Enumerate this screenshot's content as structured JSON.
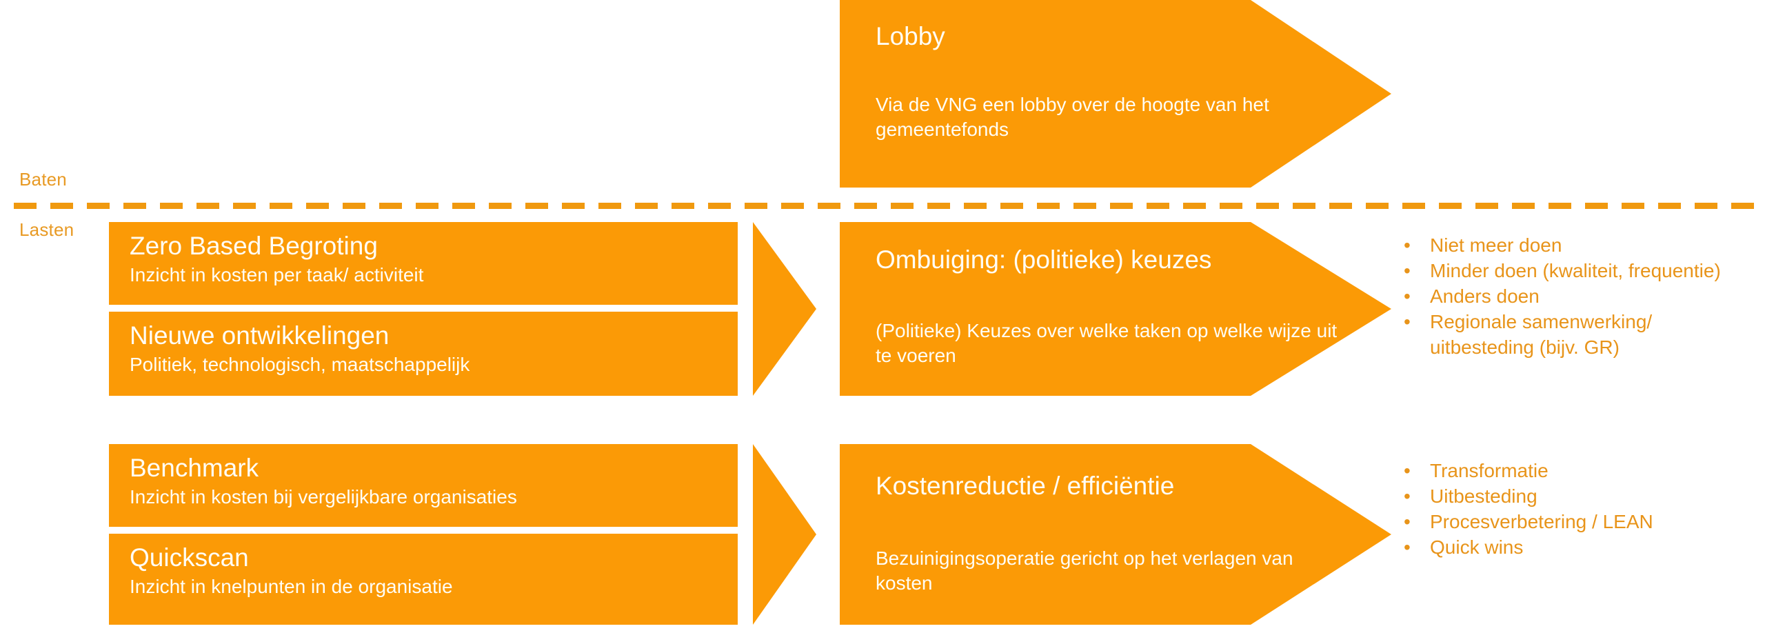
{
  "diagram": {
    "axis": {
      "top_label": "Baten",
      "bottom_label": "Lasten"
    },
    "divider": {
      "style": "dashed",
      "color": "#F0990F"
    },
    "colors": {
      "fill": "#FB9A06",
      "box_text": "#FFFDF5",
      "accent_text": "#E8941A",
      "axis_label": "#E89A24",
      "background": "#FFFFFF"
    },
    "rows": [
      {
        "section": "baten",
        "chevron": {
          "title": "Lobby",
          "subtitle": "Via de VNG een lobby over de hoogte van het gemeentefonds"
        },
        "inputs": [],
        "bullets": []
      },
      {
        "section": "lasten",
        "chevron": {
          "title": "Ombuiging: (politieke) keuzes",
          "subtitle": "(Politieke) Keuzes over welke taken op welke wijze uit te voeren"
        },
        "inputs": [
          {
            "title": "Zero Based Begroting",
            "subtitle": "Inzicht in kosten per taak/ activiteit"
          },
          {
            "title": "Nieuwe ontwikkelingen",
            "subtitle": "Politiek, technologisch, maatschappelijk"
          }
        ],
        "bullets": [
          "Niet meer doen",
          "Minder doen (kwaliteit, frequentie)",
          "Anders doen",
          "Regionale samenwerking/ uitbesteding (bijv. GR)"
        ]
      },
      {
        "section": "lasten",
        "chevron": {
          "title": "Kostenreductie / efficiëntie",
          "subtitle": "Bezuinigingsoperatie gericht op het verlagen van kosten"
        },
        "inputs": [
          {
            "title": "Benchmark",
            "subtitle": "Inzicht in kosten bij vergelijkbare organisaties"
          },
          {
            "title": "Quickscan",
            "subtitle": "Inzicht in knelpunten in de organisatie"
          }
        ],
        "bullets": [
          "Transformatie",
          "Uitbesteding",
          "Procesverbetering / LEAN",
          "Quick wins"
        ]
      }
    ],
    "bullet_marker": "•"
  }
}
